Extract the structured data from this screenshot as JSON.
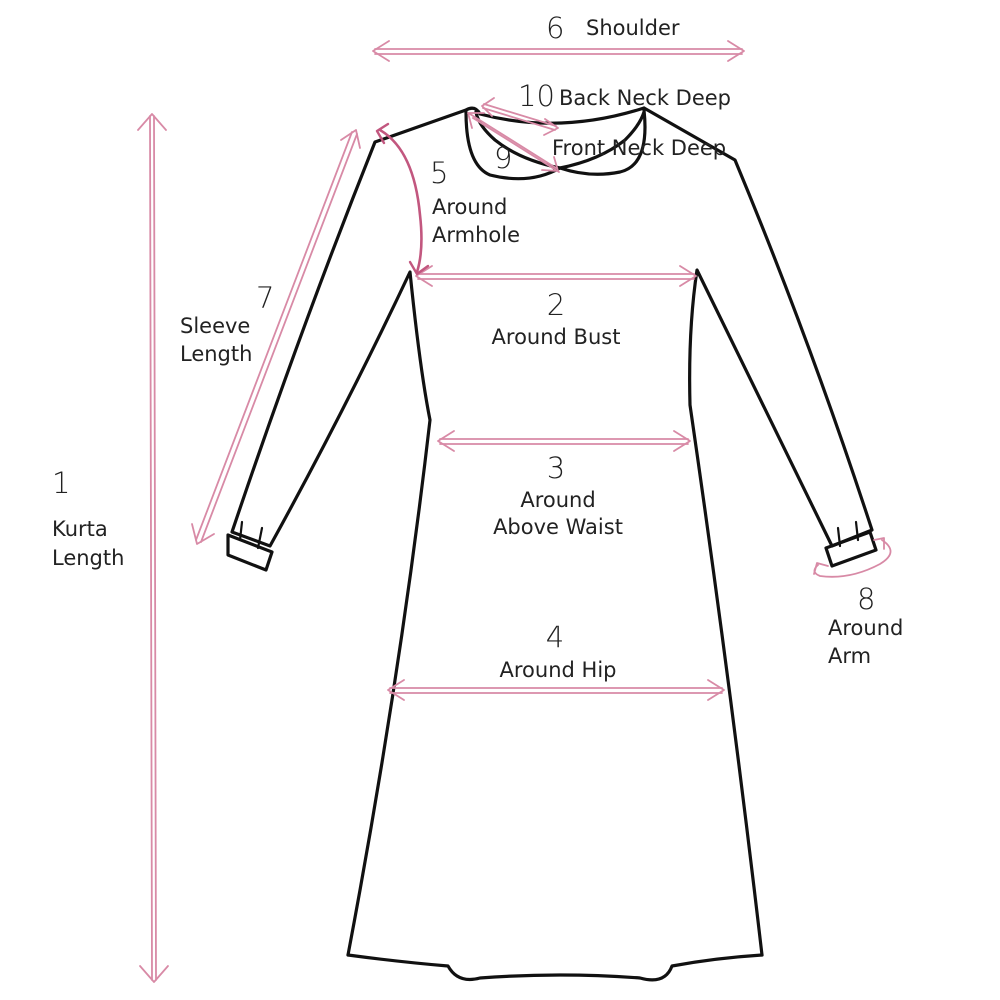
{
  "measurements": [
    {
      "number": "1",
      "label_lines": [
        "Kurta",
        "Length"
      ]
    },
    {
      "number": "2",
      "label_lines": [
        "Around Bust"
      ]
    },
    {
      "number": "3",
      "label_lines": [
        "Around",
        "Above Waist"
      ]
    },
    {
      "number": "4",
      "label_lines": [
        "Around Hip"
      ]
    },
    {
      "number": "5",
      "label_lines": [
        "Around",
        "Armhole"
      ]
    },
    {
      "number": "6",
      "label_lines": [
        "Shoulder"
      ]
    },
    {
      "number": "7",
      "label_lines": [
        "Sleeve",
        "Length"
      ]
    },
    {
      "number": "8",
      "label_lines": [
        "Around",
        "Arm"
      ]
    },
    {
      "number": "9",
      "label_lines": [
        "Front Neck Deep"
      ]
    },
    {
      "number": "10",
      "label_lines": [
        "Back Neck Deep"
      ]
    }
  ],
  "colors": {
    "measure_line": "#d88aa6",
    "measure_accent": "#c2577f",
    "garment_outline": "#111111",
    "text": "#222222",
    "background": "#ffffff"
  }
}
